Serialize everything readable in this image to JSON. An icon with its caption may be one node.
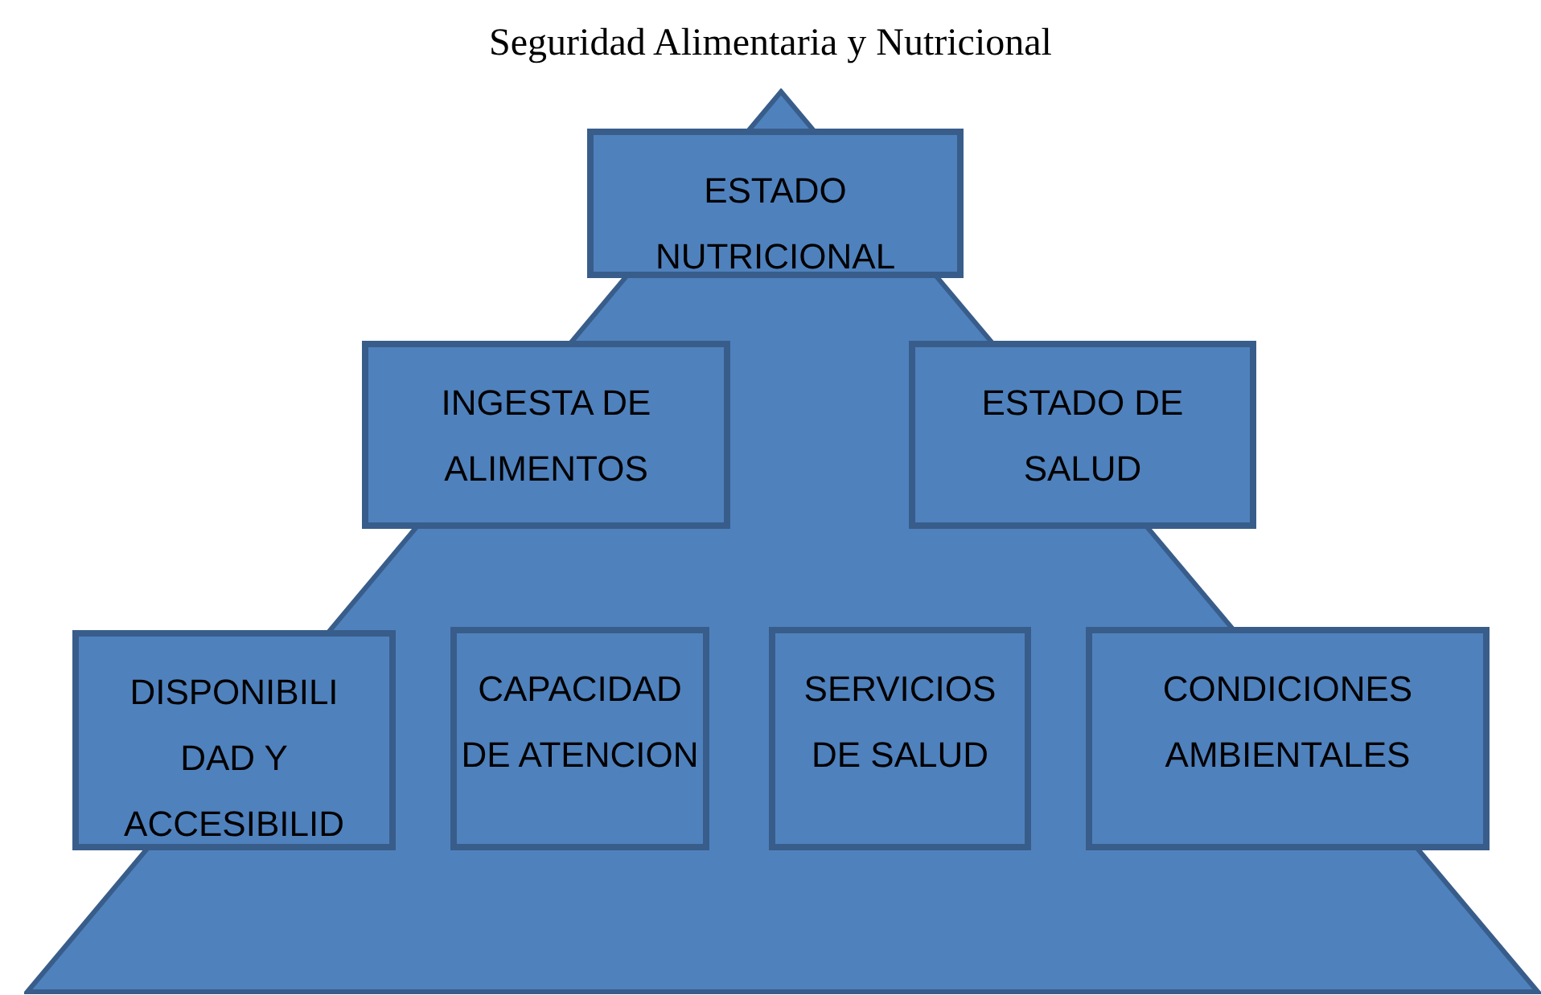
{
  "diagram": {
    "title": "Seguridad Alimentaria y Nutricional",
    "nodes": [
      {
        "text": [],
        "shape": "triangle"
      },
      {
        "text": [
          "ESTADO NUTRICIONAL"
        ],
        "in": 0
      },
      {
        "text": [
          "INGESTA DE ALIMENTOS"
        ],
        "in": 0
      },
      {
        "text": [
          "ESTADO DE SALUD"
        ],
        "in": 0
      },
      {
        "text": [
          "DISPONIBILI DAD Y ACCESIBILID"
        ],
        "in": 0
      },
      {
        "text": [
          "CAPACIDAD DE ATENCION"
        ],
        "in": 0
      },
      {
        "text": [
          "SERVICIOS DE SALUD"
        ],
        "in": 0
      },
      {
        "text": [
          "CONDICIONES AMBIENTALES"
        ],
        "in": 0
      }
    ],
    "edges": []
  }
}
